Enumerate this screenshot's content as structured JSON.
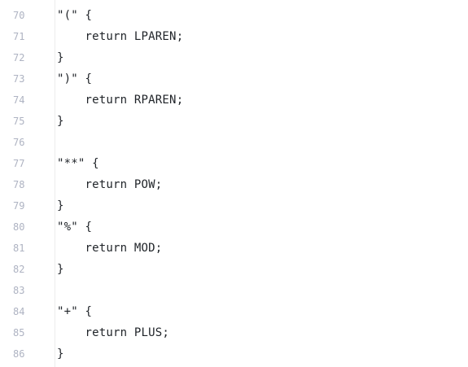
{
  "editor": {
    "lines": [
      {
        "number": "70",
        "text": "\"(\" {"
      },
      {
        "number": "71",
        "text": "    return LPAREN;"
      },
      {
        "number": "72",
        "text": "}"
      },
      {
        "number": "73",
        "text": "\")\" {"
      },
      {
        "number": "74",
        "text": "    return RPAREN;"
      },
      {
        "number": "75",
        "text": "}"
      },
      {
        "number": "76",
        "text": ""
      },
      {
        "number": "77",
        "text": "\"**\" {"
      },
      {
        "number": "78",
        "text": "    return POW;"
      },
      {
        "number": "79",
        "text": "}"
      },
      {
        "number": "80",
        "text": "\"%\" {"
      },
      {
        "number": "81",
        "text": "    return MOD;"
      },
      {
        "number": "82",
        "text": "}"
      },
      {
        "number": "83",
        "text": ""
      },
      {
        "number": "84",
        "text": "\"+\" {"
      },
      {
        "number": "85",
        "text": "    return PLUS;"
      },
      {
        "number": "86",
        "text": "}"
      }
    ]
  },
  "colors": {
    "background": "#ffffff",
    "line_number": "#aeb3c2",
    "code_text": "#1f2328",
    "gutter_divider": "#ececec"
  }
}
